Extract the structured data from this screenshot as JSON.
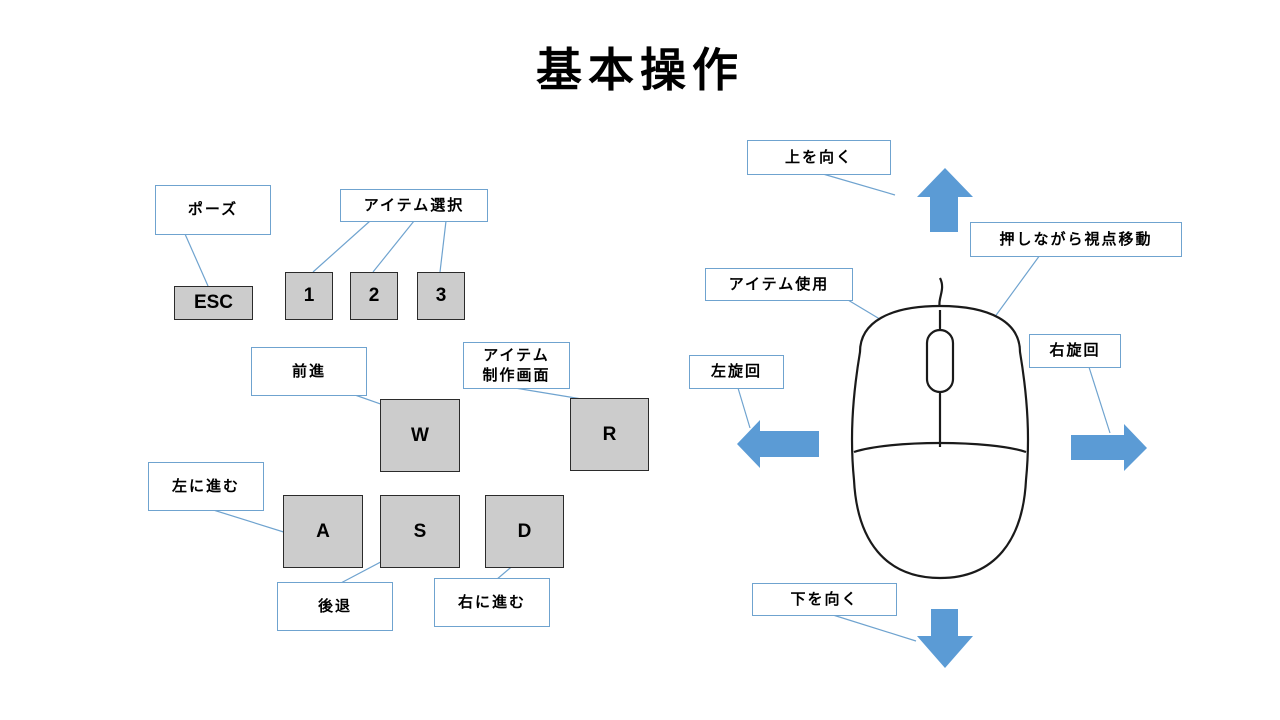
{
  "title": "基本操作",
  "labels": {
    "pause": "ポーズ",
    "item_select": "アイテム選択",
    "forward": "前進",
    "item_craft_line1": "アイテム",
    "item_craft_line2": "制作画面",
    "left_move": "左に進む",
    "back": "後退",
    "right_move": "右に進む",
    "look_up": "上を向く",
    "drag_view": "押しながら視点移動",
    "use_item": "アイテム使用",
    "turn_left": "左旋回",
    "turn_right": "右旋回",
    "look_down": "下を向く"
  },
  "keys": {
    "esc": "ESC",
    "one": "1",
    "two": "2",
    "three": "3",
    "w": "W",
    "r": "R",
    "a": "A",
    "s": "S",
    "d": "D"
  },
  "colors": {
    "arrow": "#5b9bd5",
    "label_border": "#6fa3cf",
    "key_fill": "#cccccc"
  }
}
